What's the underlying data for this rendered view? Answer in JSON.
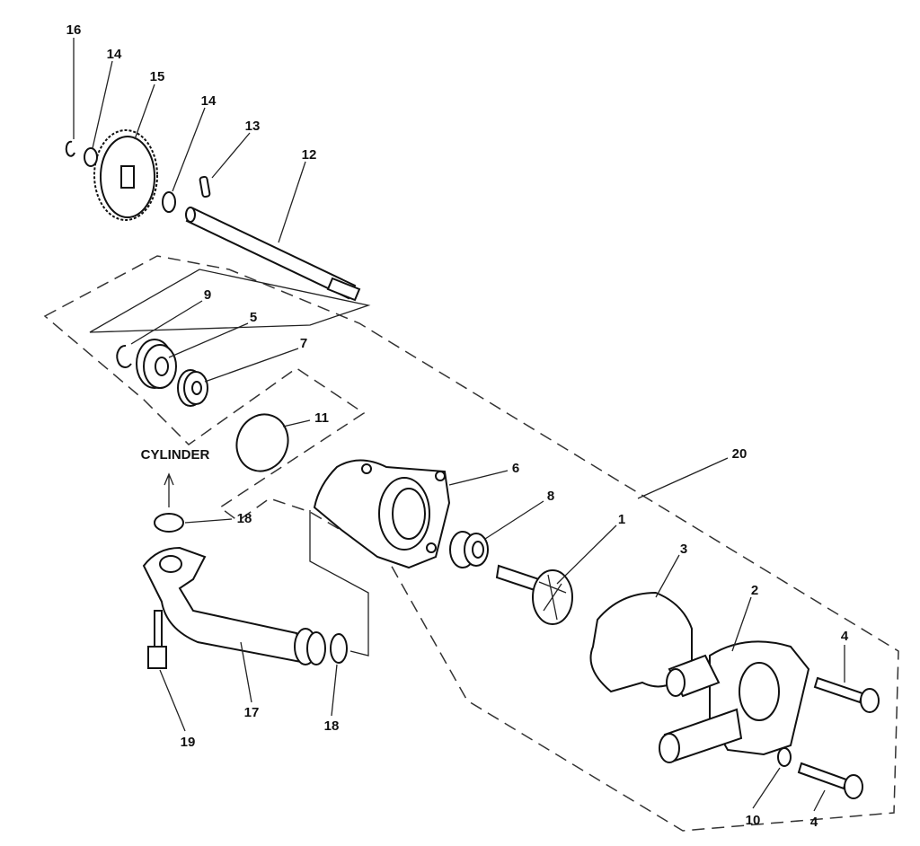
{
  "diagram": {
    "title": "Water pump exploded parts diagram",
    "callouts": {
      "c16": "16",
      "c14a": "14",
      "c15": "15",
      "c14b": "14",
      "c13": "13",
      "c12": "12",
      "c9": "9",
      "c5": "5",
      "c7": "7",
      "c11": "11",
      "c20": "20",
      "c6": "6",
      "c18a": "18",
      "c8": "8",
      "c1": "1",
      "c3": "3",
      "c2": "2",
      "c4a": "4",
      "c17": "17",
      "c18b": "18",
      "c19": "19",
      "c10": "10",
      "c4b": "4"
    },
    "cylinder_label": "CYLINDER"
  }
}
